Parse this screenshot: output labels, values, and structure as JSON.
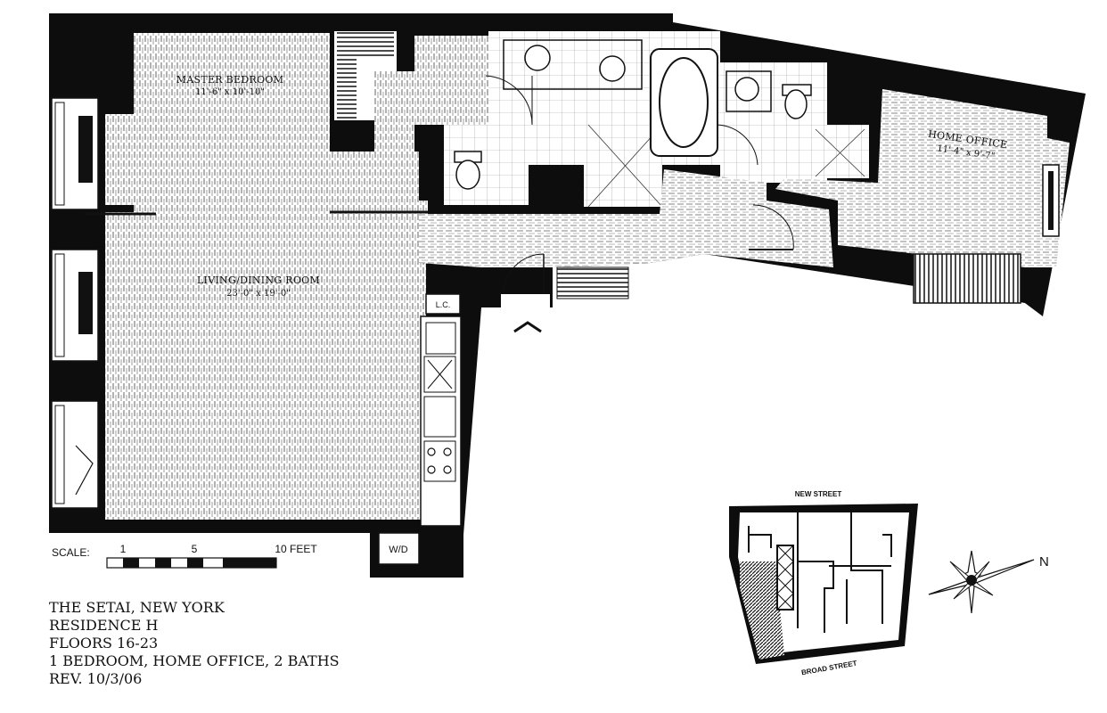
{
  "rooms": {
    "master_bedroom": {
      "name": "MASTER BEDROOM",
      "dims": "11'-6\" x 10'-10\""
    },
    "living_dining": {
      "name": "LIVING/DINING ROOM",
      "dims": "23'-0\" x 19'-0\""
    },
    "home_office": {
      "name": "HOME OFFICE",
      "dims": "11'-4\" x 9'-7\""
    }
  },
  "fixtures": {
    "linen_closet": "L.C.",
    "washer_dryer": "W/D"
  },
  "scale": {
    "label": "SCALE:",
    "ticks": [
      "1",
      "5",
      "10 FEET"
    ]
  },
  "key_plan": {
    "top_street": "NEW STREET",
    "bottom_street": "BROAD STREET",
    "north": "N"
  },
  "info": {
    "line1": "THE SETAI, NEW YORK",
    "line2": "RESIDENCE H",
    "line3": "FLOORS 16-23",
    "line4": "1 BEDROOM, HOME OFFICE, 2 BATHS",
    "line5": "REV. 10/3/06"
  }
}
